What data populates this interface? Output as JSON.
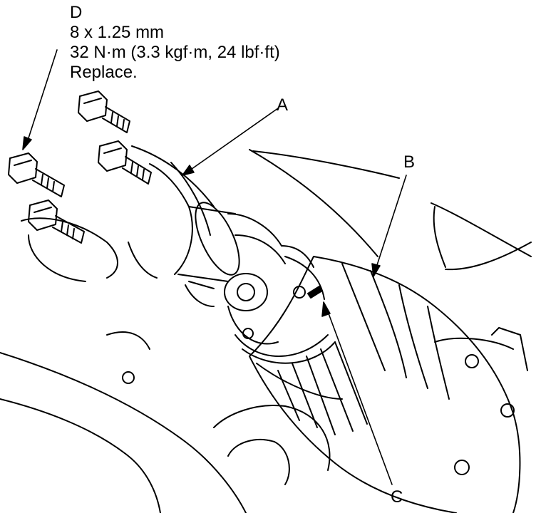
{
  "callouts": {
    "a": "A",
    "b": "B",
    "c": "C",
    "d": "D"
  },
  "fastener_spec": {
    "size": "8 x 1.25 mm",
    "torque": "32 N·m (3.3 kgf·m, 24 lbf·ft)",
    "note": "Replace."
  },
  "colors": {
    "line": "#000000",
    "background": "#ffffff"
  }
}
